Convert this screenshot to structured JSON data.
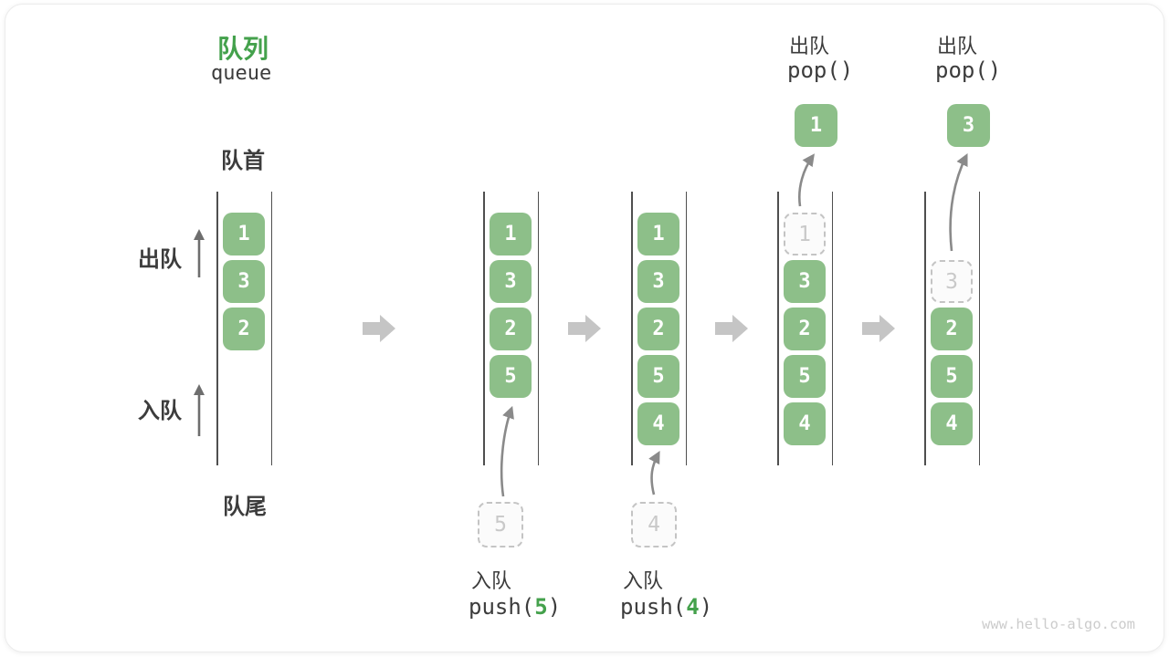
{
  "title": {
    "zh": "队列",
    "en": "queue"
  },
  "labels": {
    "front": "队首",
    "rear": "队尾",
    "dequeue_side": "出队",
    "enqueue_side": "入队"
  },
  "ops": {
    "pop1": {
      "label": "出队",
      "code": "pop()"
    },
    "pop2": {
      "label": "出队",
      "code": "pop()"
    },
    "push1": {
      "label": "入队",
      "code_pre": "push(",
      "arg": "5",
      "code_post": ")"
    },
    "push2": {
      "label": "入队",
      "code_pre": "push(",
      "arg": "4",
      "code_post": ")"
    }
  },
  "queue_states": [
    {
      "name": "initial",
      "slots": [
        {
          "row": 1,
          "value": "1",
          "style": "solid"
        },
        {
          "row": 2,
          "value": "3",
          "style": "solid"
        },
        {
          "row": 3,
          "value": "2",
          "style": "solid"
        }
      ]
    },
    {
      "name": "after-push-5",
      "slots": [
        {
          "row": 1,
          "value": "1",
          "style": "solid"
        },
        {
          "row": 2,
          "value": "3",
          "style": "solid"
        },
        {
          "row": 3,
          "value": "2",
          "style": "solid"
        },
        {
          "row": 4,
          "value": "5",
          "style": "solid"
        }
      ]
    },
    {
      "name": "after-push-4",
      "slots": [
        {
          "row": 1,
          "value": "1",
          "style": "solid"
        },
        {
          "row": 2,
          "value": "3",
          "style": "solid"
        },
        {
          "row": 3,
          "value": "2",
          "style": "solid"
        },
        {
          "row": 4,
          "value": "5",
          "style": "solid"
        },
        {
          "row": 5,
          "value": "4",
          "style": "solid"
        }
      ]
    },
    {
      "name": "after-pop-1",
      "slots": [
        {
          "row": 1,
          "value": "1",
          "style": "ghost"
        },
        {
          "row": 2,
          "value": "3",
          "style": "solid"
        },
        {
          "row": 3,
          "value": "2",
          "style": "solid"
        },
        {
          "row": 4,
          "value": "5",
          "style": "solid"
        },
        {
          "row": 5,
          "value": "4",
          "style": "solid"
        }
      ]
    },
    {
      "name": "after-pop-3",
      "slots": [
        {
          "row": 2,
          "value": "3",
          "style": "ghost"
        },
        {
          "row": 3,
          "value": "2",
          "style": "solid"
        },
        {
          "row": 4,
          "value": "5",
          "style": "solid"
        },
        {
          "row": 5,
          "value": "4",
          "style": "solid"
        }
      ]
    }
  ],
  "popped_items": [
    {
      "value": "1"
    },
    {
      "value": "3"
    }
  ],
  "staged_items": [
    {
      "value": "5"
    },
    {
      "value": "4"
    }
  ],
  "watermark": "www.hello-algo.com",
  "colors": {
    "item_green": "#8DBF89",
    "accent_green": "#44A14C",
    "text_dark": "#3C3C3C",
    "curve_arrow_gray": "#8A8A8A",
    "side_arrow_gray": "#6E6E6E",
    "block_arrow_gray": "#C5C5C5",
    "ghost_border": "#C4C4C4",
    "ghost_text": "#C9C9C9",
    "wall_gray": "#4F4F4F",
    "watermark_gray": "#CCCCCC"
  }
}
